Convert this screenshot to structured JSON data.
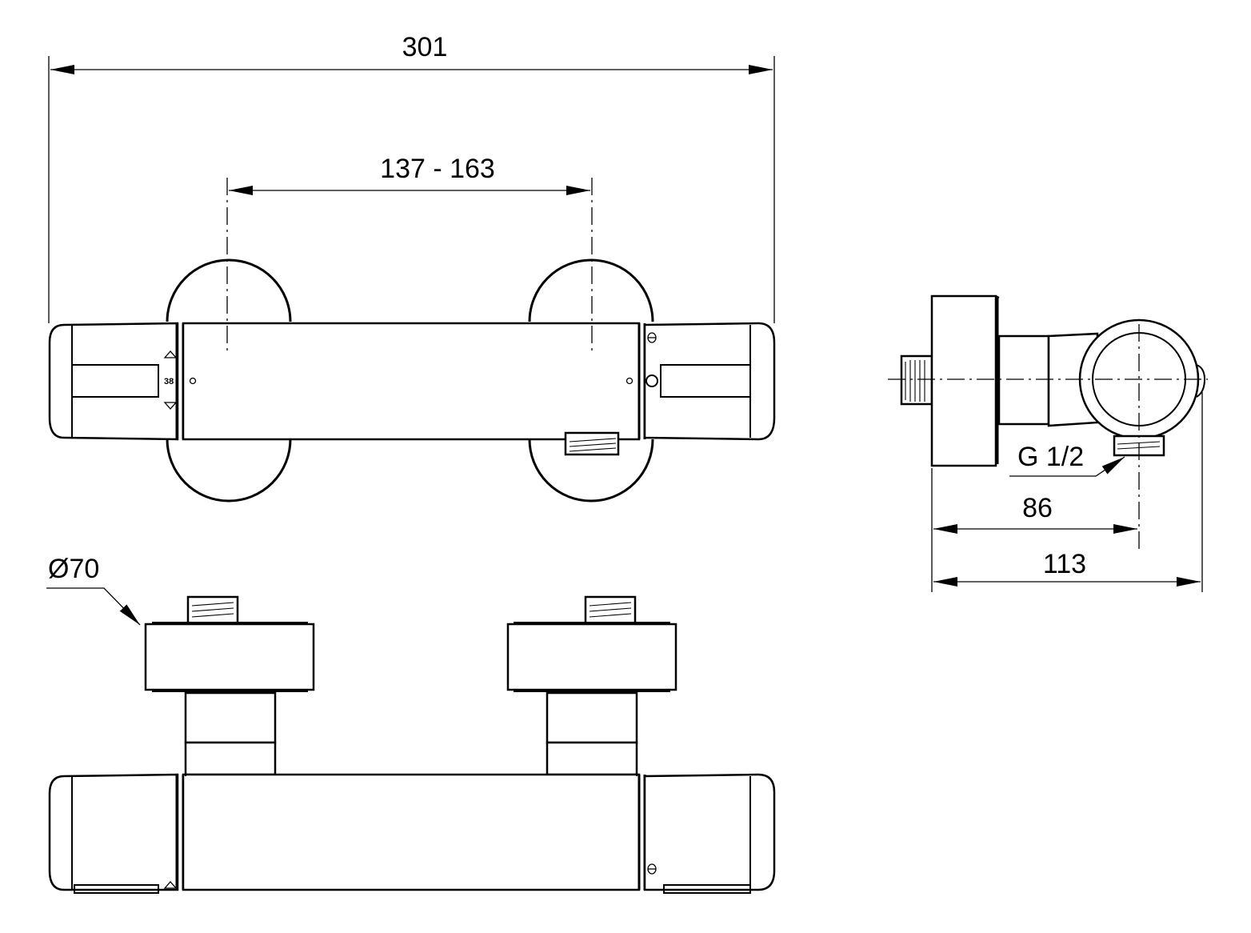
{
  "dimensions": {
    "overall_width": "301",
    "inlet_spacing": "137 - 163",
    "outlet_thread": "G 1/2",
    "depth_to_outlet": "86",
    "overall_depth": "113",
    "escutcheon_diameter": "Ø70"
  },
  "temperature_mark": "38"
}
